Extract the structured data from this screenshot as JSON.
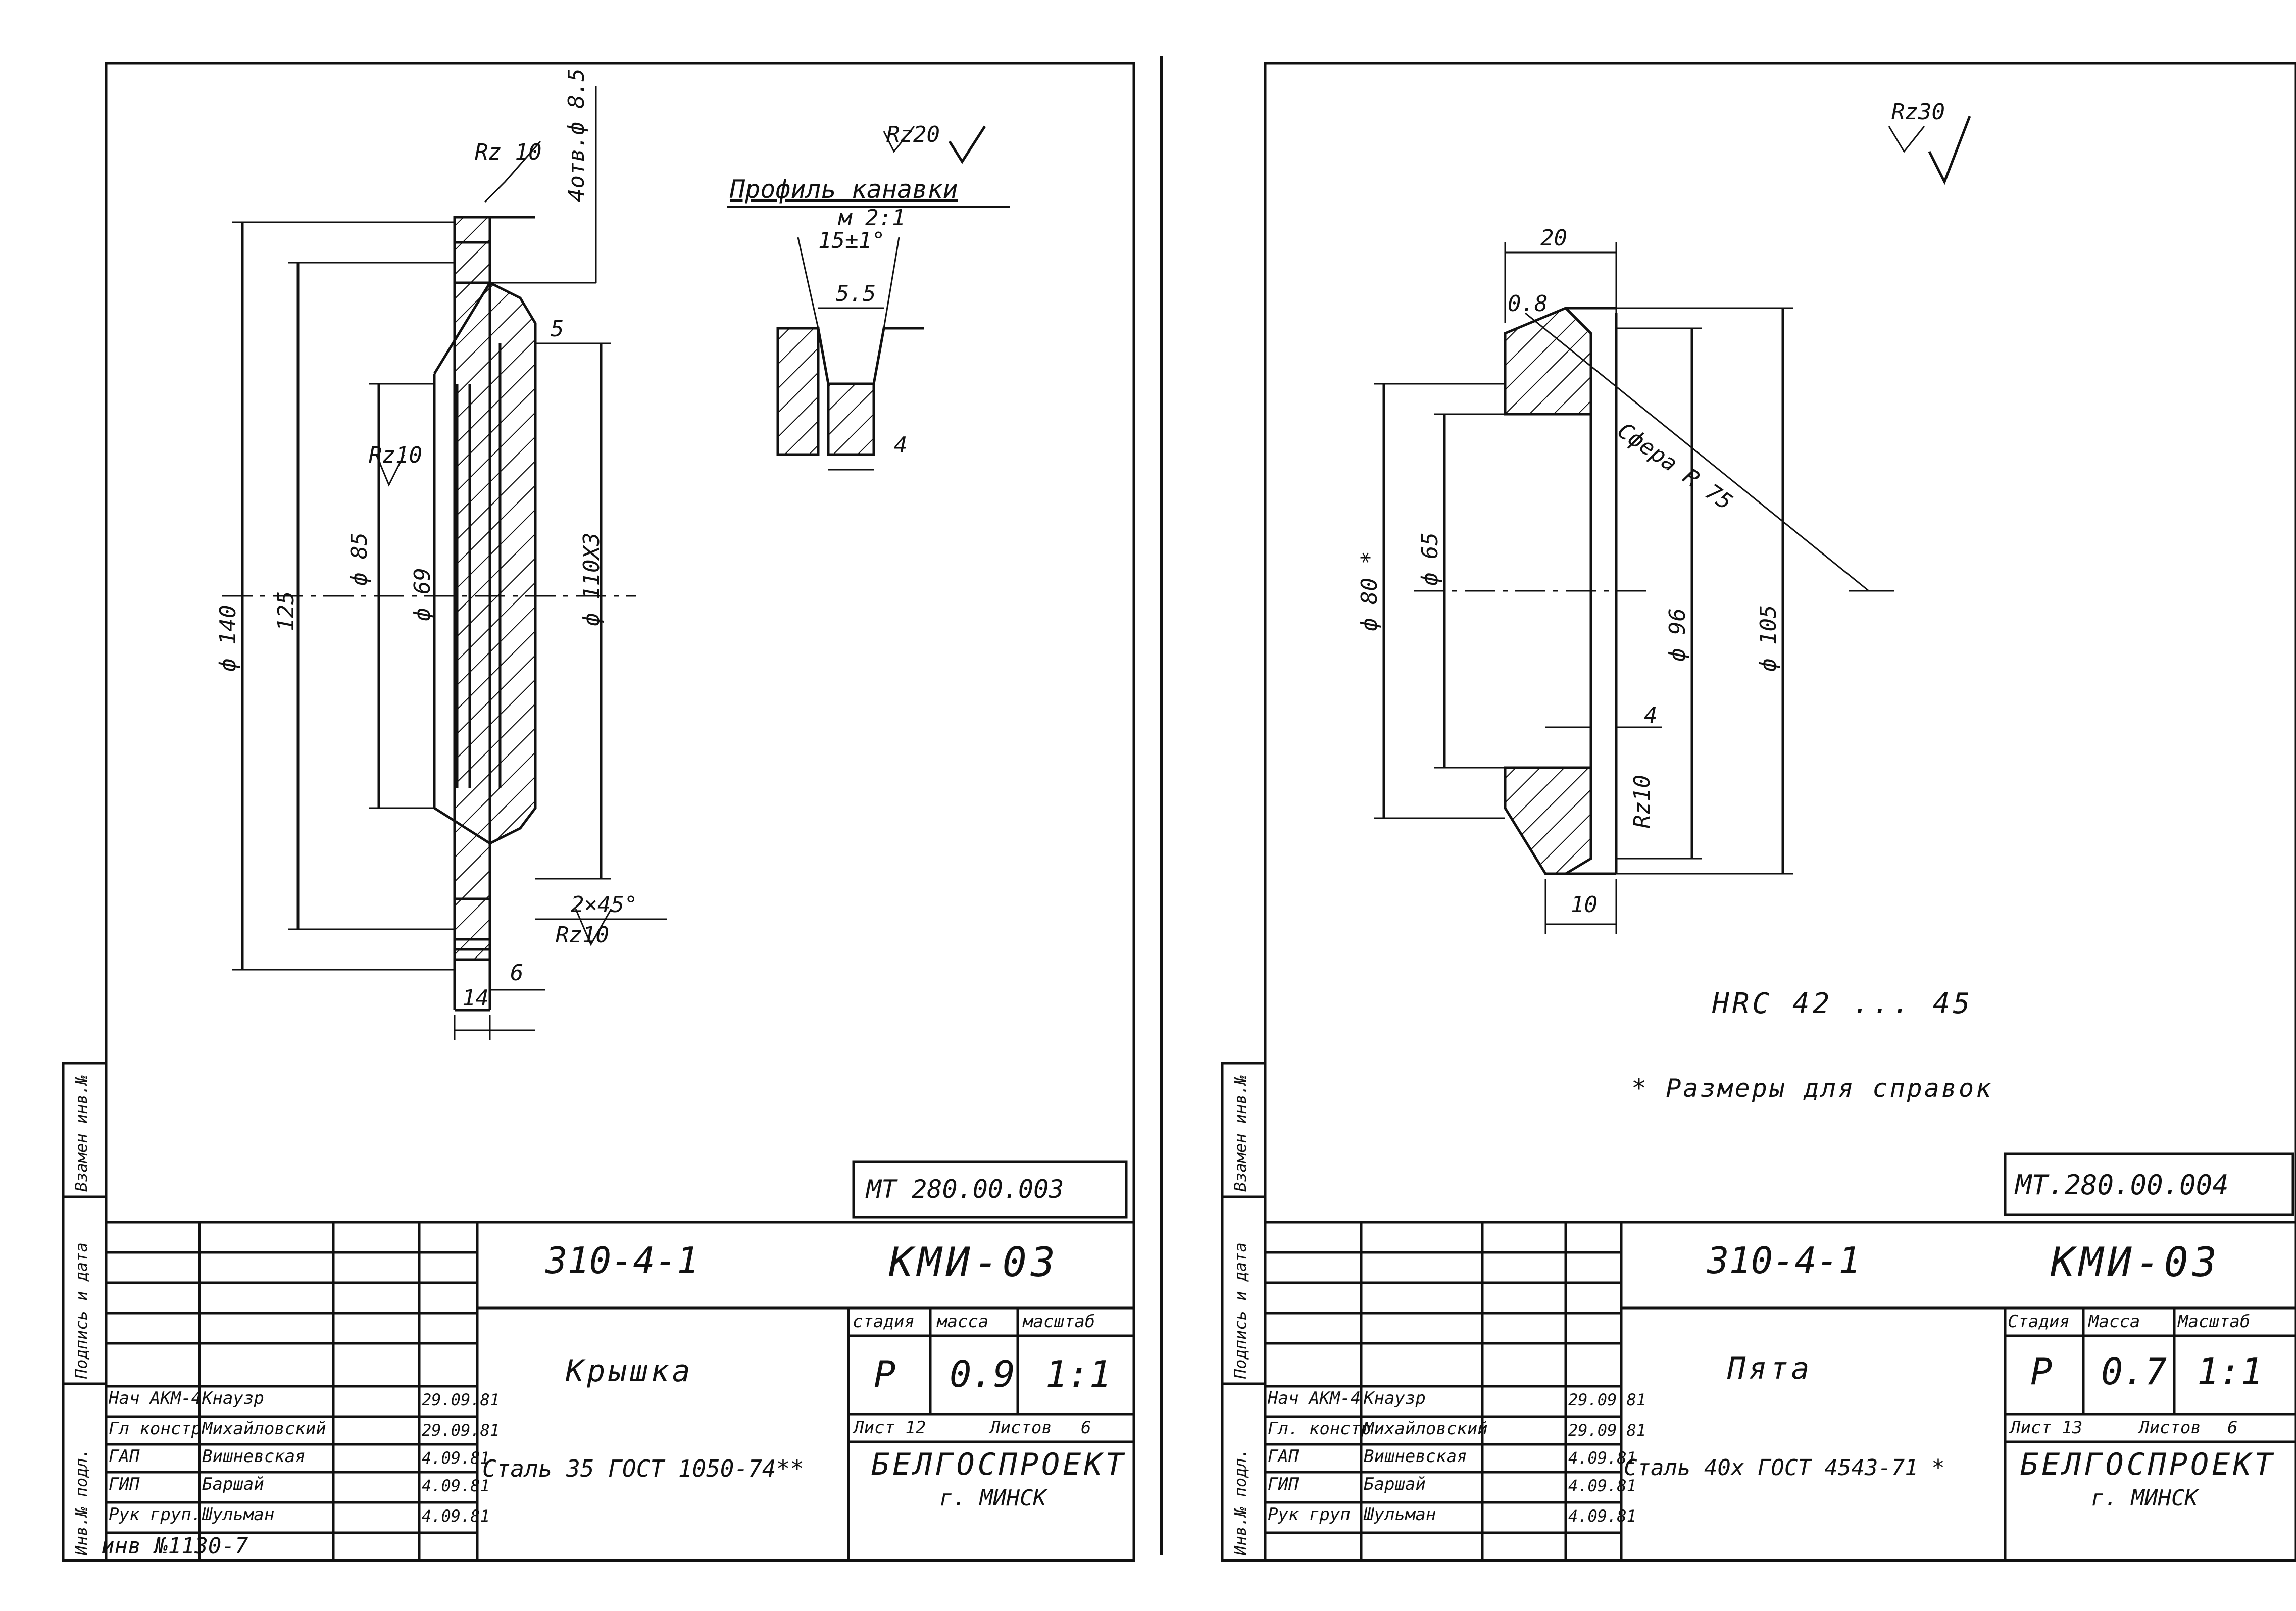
{
  "left_sheet": {
    "dimensions": {
      "rz10_top": "Rz 10",
      "holes": "4отв.ф 8.5",
      "rz10_mid": "Rz10",
      "rz10_bottom": "Rz10",
      "d140": "ф 140",
      "d125": "125",
      "d85": "ф 85",
      "d69": "ф 69",
      "d110": "ф 110Х3",
      "w5": "5",
      "chamfer": "2×45°",
      "w6": "6",
      "w14": "14"
    },
    "groove": {
      "rz": "Rz20",
      "title": "Профиль канавки",
      "scale": "м 2:1",
      "angle": "15±1°",
      "w55": "5.5",
      "w4": "4"
    },
    "doc_number": "МТ 280.00.003",
    "series": "310-4-1",
    "code": "КМИ-03",
    "part_name": "Крышка",
    "stage_label": "стадия",
    "mass_label": "масса",
    "scale_label": "масштаб",
    "stage": "Р",
    "mass": "0.9",
    "scale": "1:1",
    "sheet_label": "Лист 12",
    "sheets_label": "Листов",
    "sheets": "6",
    "material": "Сталь 35 ГОСТ 1050-74**",
    "org": "БЕЛГОСПРОЕКТ",
    "city": "г. МИНСК",
    "signers": [
      {
        "role": "Нач АКМ-4",
        "name": "Кнаузр",
        "date": "29.09.81"
      },
      {
        "role": "Гл констр",
        "name": "Михайловский",
        "date": "29.09.81"
      },
      {
        "role": "ГАП",
        "name": "Вишневская",
        "date": "4.09.81"
      },
      {
        "role": "ГИП",
        "name": "Баршай",
        "date": "4.09.81"
      },
      {
        "role": "Рук груп.",
        "name": "Шульман",
        "date": "4.09.81"
      }
    ],
    "inv": "инв №1130-7"
  },
  "right_sheet": {
    "rz30": "Rz30",
    "dimensions": {
      "w20": "20",
      "c08": "0.8",
      "sphere": "Сфера R 75",
      "d80": "ф 80 *",
      "d65": "ф 65",
      "d96": "ф 96",
      "d105": "ф 105",
      "w4": "4",
      "rz10": "Rz10",
      "w10": "10"
    },
    "hardness": "HRC 42 ... 45",
    "note": "* Размеры для справок",
    "doc_number": "МТ.280.00.004",
    "series": "310-4-1",
    "code": "КМИ-03",
    "part_name": "Пята",
    "stage_label": "Стадия",
    "mass_label": "Масса",
    "scale_label": "Масштаб",
    "stage": "Р",
    "mass": "0.7",
    "scale": "1:1",
    "sheet_label": "Лист 13",
    "sheets_label": "Листов",
    "sheets": "6",
    "material": "Сталь 40х ГОСТ 4543-71 *",
    "org": "БЕЛГОСПРОЕКТ",
    "city": "г. МИНСК",
    "signers": [
      {
        "role": "Нач АКМ-4",
        "name": "Кнаузр",
        "date": "29.09.81"
      },
      {
        "role": "Гл. констр",
        "name": "Михайловский",
        "date": "29.09.81"
      },
      {
        "role": "ГАП",
        "name": "Вишневская",
        "date": "4.09.81"
      },
      {
        "role": "ГИП",
        "name": "Баршай",
        "date": "4.09.81"
      },
      {
        "role": "Рук груп",
        "name": "Шульман",
        "date": "4.09.81"
      }
    ]
  },
  "side_strip": {
    "replace": "Взамен инв.№",
    "sign_date": "Подпись и дата",
    "inv_orig": "Инв.№ подл."
  }
}
